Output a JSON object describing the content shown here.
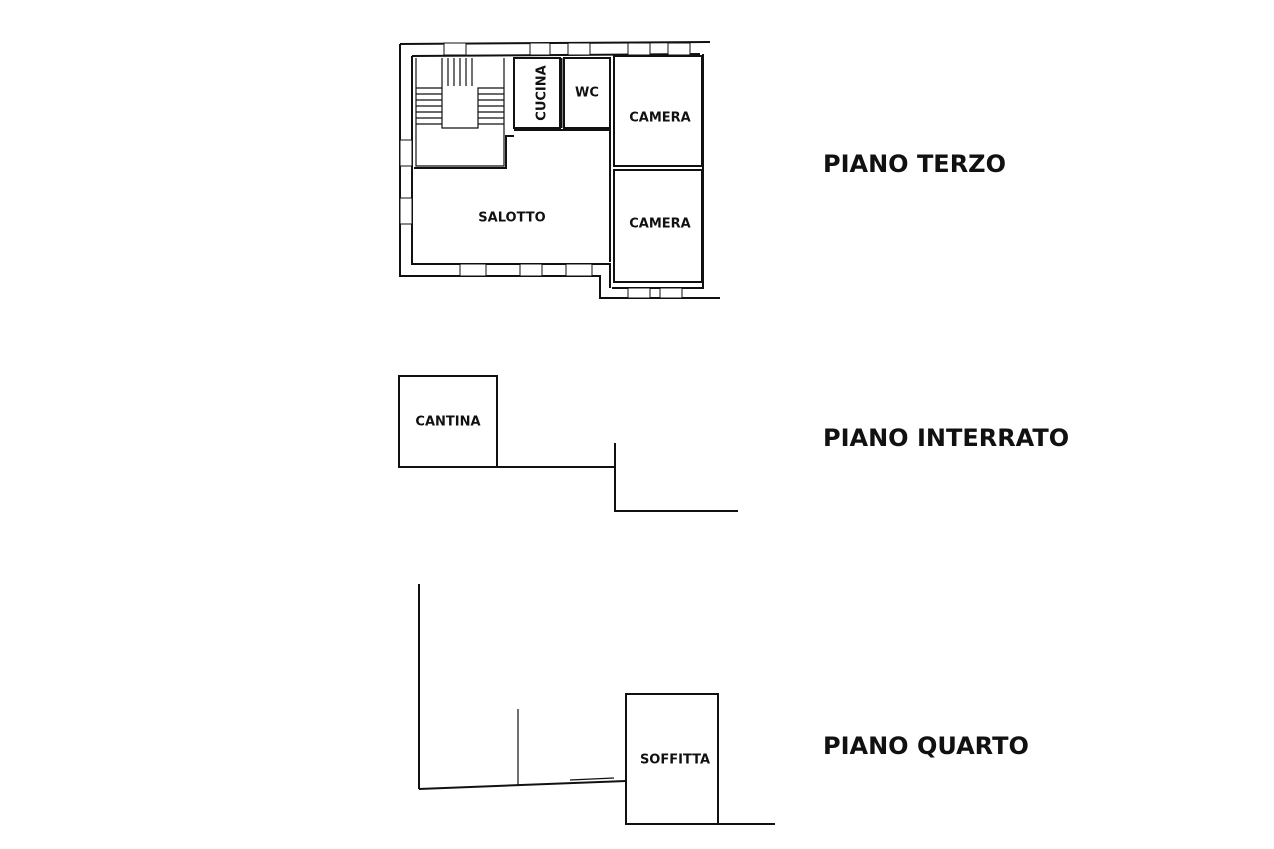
{
  "floors": {
    "terzo": {
      "title": "PIANO TERZO",
      "rooms": {
        "cucina": "CUCINA",
        "wc": "WC",
        "camera_1": "CAMERA",
        "camera_2": "CAMERA",
        "salotto": "SALOTTO"
      }
    },
    "interrato": {
      "title": "PIANO INTERRATO",
      "rooms": {
        "cantina": "CANTINA"
      }
    },
    "quarto": {
      "title": "PIANO QUARTO",
      "rooms": {
        "soffitta": "SOFFITTA"
      }
    }
  }
}
